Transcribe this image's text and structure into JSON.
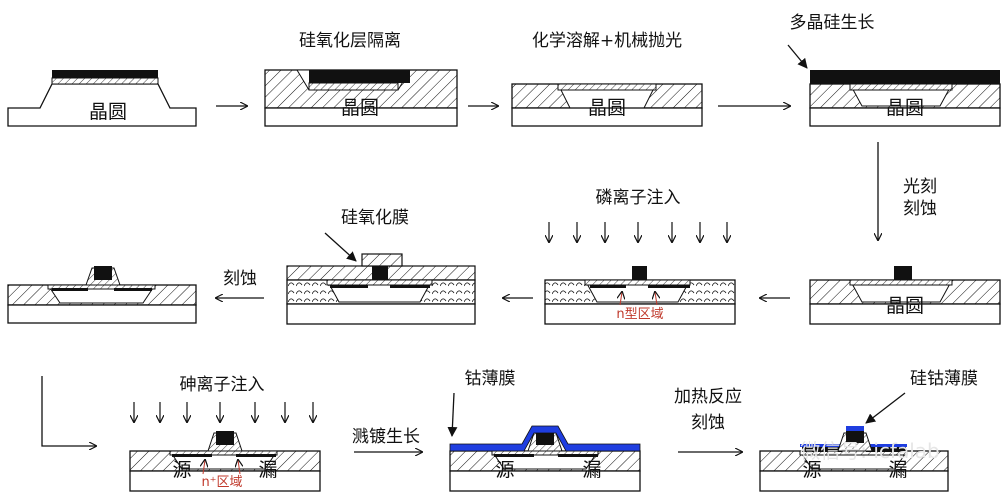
{
  "labels": {
    "wafer": "晶圆",
    "sio2_isolation": "硅氧化层隔离",
    "cmp": "化学溶解+机械抛光",
    "poly_growth": "多晶硅生长",
    "photo_etch_1": "光刻",
    "photo_etch_2": "刻蚀",
    "phosphorus_implant": "磷离子注入",
    "n_region": "n型区域",
    "sio2_film": "硅氧化膜",
    "etch": "刻蚀",
    "arsenic_implant": "砷离子注入",
    "source": "源",
    "drain": "漏",
    "n_plus_region": "n⁺区域",
    "sputter": "溅镀生长",
    "cobalt_film": "钴薄膜",
    "heat_react_1": "加热反应",
    "heat_react_2": "刻蚀",
    "silicide": "硅钴薄膜",
    "watermark": "微信号: icfalab"
  },
  "colors": {
    "cobalt": "#1f3ee0",
    "n_region_text": "#c0392b",
    "line": "#111111"
  }
}
